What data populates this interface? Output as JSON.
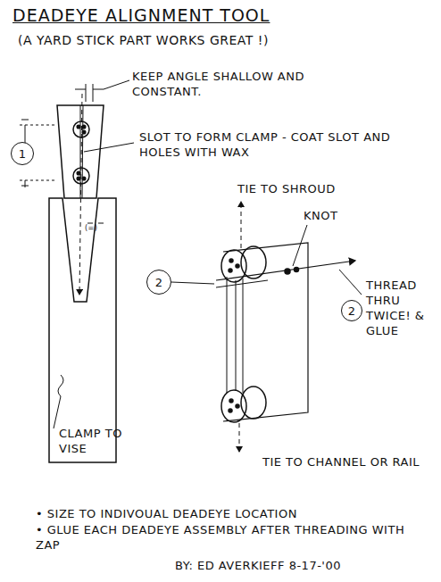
{
  "diagram": {
    "title": "DEADEYE ALIGNMENT TOOL",
    "nodes": [
      {
        "text": [
          "1"
        ]
      },
      {
        "text": [
          "2"
        ]
      },
      {
        "text": [
          "2"
        ]
      }
    ],
    "labels": [
      "(A YARD STICK PART WORKS GREAT !)",
      "KEEP ANGLE SHALLOW AND CONSTANT.",
      "SLOT TO FORM CLAMP - COAT SLOT AND HOLES WITH WAX",
      "(=)",
      "CLAMP TO VISE",
      "TIE TO SHROUD",
      "KNOT",
      "THREAD THRU TWICE! & GLUE",
      "TIE TO CHANNEL OR RAIL",
      "• SIZE TO INDIVOUAL DEADEYE LOCATION",
      "• GLUE EACH DEADEYE ASSEMBLY AFTER THREADING WITH ZAP",
      "BY: ED AVERKIEFF 8-17-'00"
    ]
  }
}
